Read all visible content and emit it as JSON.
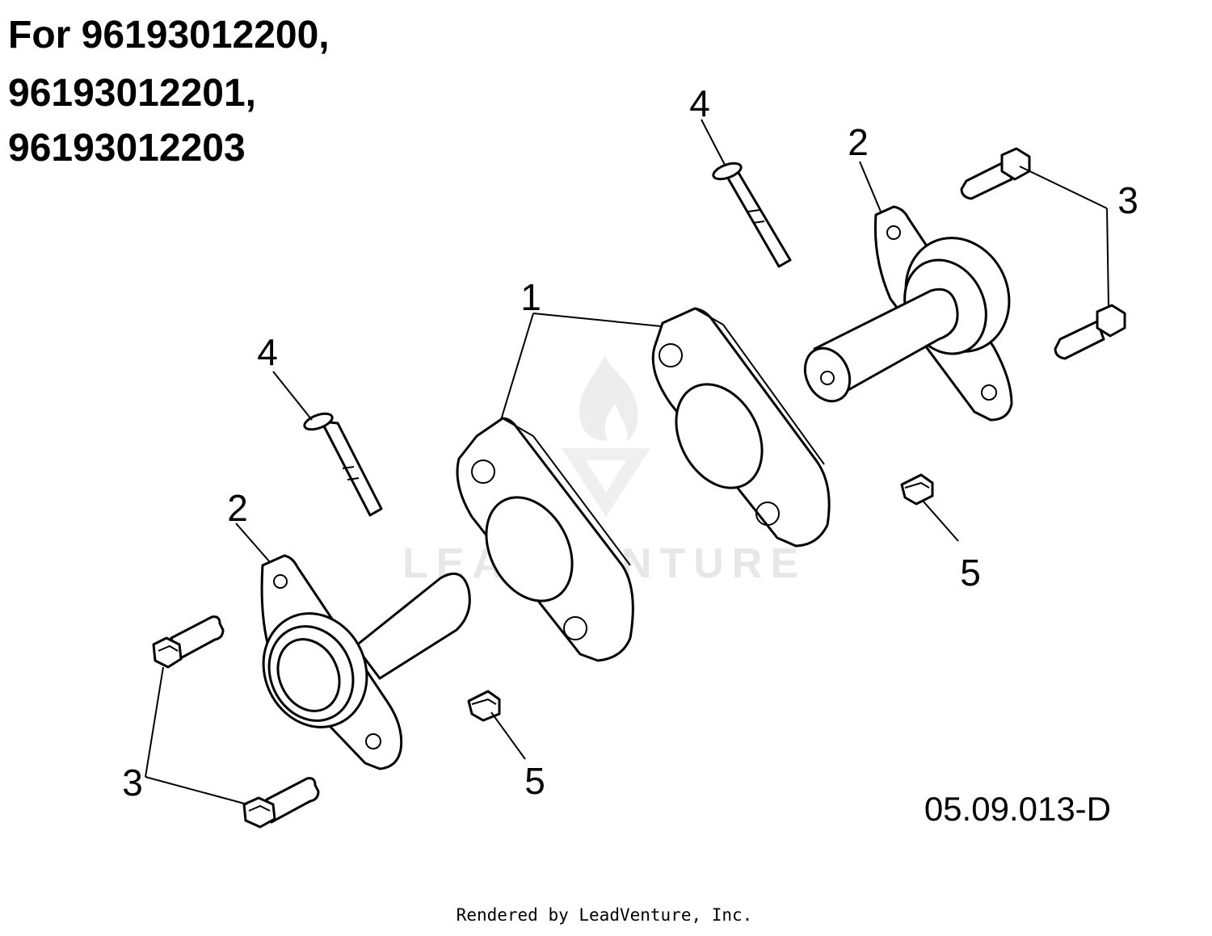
{
  "header": {
    "lines": [
      "For 96193012200,",
      "96193012201,",
      "96193012203"
    ]
  },
  "callouts": {
    "spacer": "1",
    "bearing_upper": "2",
    "bearing_lower": "2",
    "bolt_upper": "3",
    "bolt_lower": "3",
    "pin_upper": "4",
    "pin_lower": "4",
    "nut_right": "5",
    "nut_left": "5"
  },
  "figure_code": "05.09.013-D",
  "footer": {
    "credit": "Rendered by LeadVenture, Inc."
  },
  "watermark": {
    "text": "LEADVENTURE"
  }
}
